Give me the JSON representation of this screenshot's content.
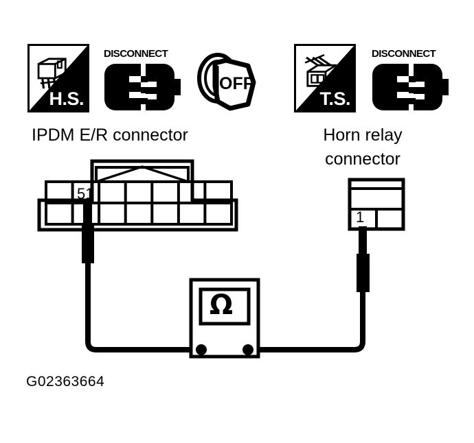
{
  "page": {
    "background": "#ffffff",
    "ink": "#000000",
    "figure_code": "G02363664"
  },
  "icons": {
    "harness_side": {
      "name": "harness-side-badge",
      "label": "H.S.",
      "meaning": "harness side connector view"
    },
    "terminal_side": {
      "name": "terminal-side-badge",
      "label": "T.S.",
      "meaning": "terminal side connector view"
    },
    "disconnect_left": {
      "name": "disconnect-icon",
      "label": "DISCONNECT"
    },
    "disconnect_right": {
      "name": "disconnect-icon",
      "label": "DISCONNECT"
    },
    "ignition": {
      "name": "ignition-key-off-icon",
      "label": "OFF"
    }
  },
  "captions": {
    "left": "IPDM E/R connector",
    "right_line1": "Horn relay",
    "right_line2": "connector"
  },
  "connectors": {
    "ipdm": {
      "name": "ipdm-er-connector",
      "columns": 7,
      "rows": 2,
      "pin_label": "51",
      "pin_column": 2,
      "pin_row": 1
    },
    "horn_relay": {
      "name": "horn-relay-connector",
      "columns": 2,
      "rows": 1,
      "pin_label": "1",
      "pin_column": 1,
      "pin_row": 1
    }
  },
  "meter": {
    "name": "ohmmeter",
    "symbol": "Ω",
    "terminals": 2
  }
}
